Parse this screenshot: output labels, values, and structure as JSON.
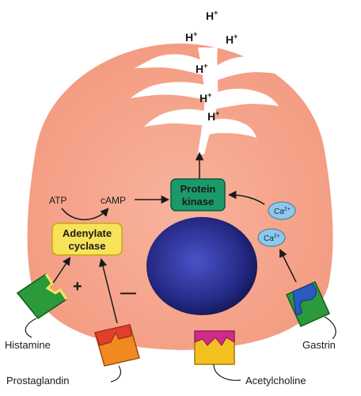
{
  "hydrogen_ions": [
    {
      "base": "H",
      "sup": "+"
    },
    {
      "base": "H",
      "sup": "+"
    },
    {
      "base": "H",
      "sup": "+"
    },
    {
      "base": "H",
      "sup": "+"
    },
    {
      "base": "H",
      "sup": "+"
    },
    {
      "base": "H",
      "sup": "+"
    }
  ],
  "molecules": {
    "atp": "ATP",
    "camp": "cAMP"
  },
  "protein_kinase": {
    "line1": "Protein",
    "line2": "kinase"
  },
  "adenylate_cyclase": {
    "line1": "Adenylate",
    "line2": "cyclase"
  },
  "calcium_ions": [
    {
      "base": "Ca",
      "sup": "2+"
    },
    {
      "base": "Ca",
      "sup": "2+"
    }
  ],
  "signs": {
    "plus": "+",
    "minus": "—"
  },
  "receptors": {
    "histamine": "Histamine",
    "prostaglandin": "Prostaglandin",
    "acetylcholine": "Acetylcholine",
    "gastrin": "Gastrin"
  },
  "colors": {
    "cell_fill": "#f4a489",
    "canaliculus": "#ffffff",
    "nucleus": "#2a2f8a",
    "kinase_box": "#1a9a6a",
    "cyclase_box": "#f7e35a",
    "calcium": "#8ec8ea",
    "histamine_receptor": "#2a9a3a",
    "prostaglandin_receptor": "#e0402a",
    "acetylcholine_receptor": "#d02a8a",
    "gastrin_receptor": "#2a5ac0"
  }
}
